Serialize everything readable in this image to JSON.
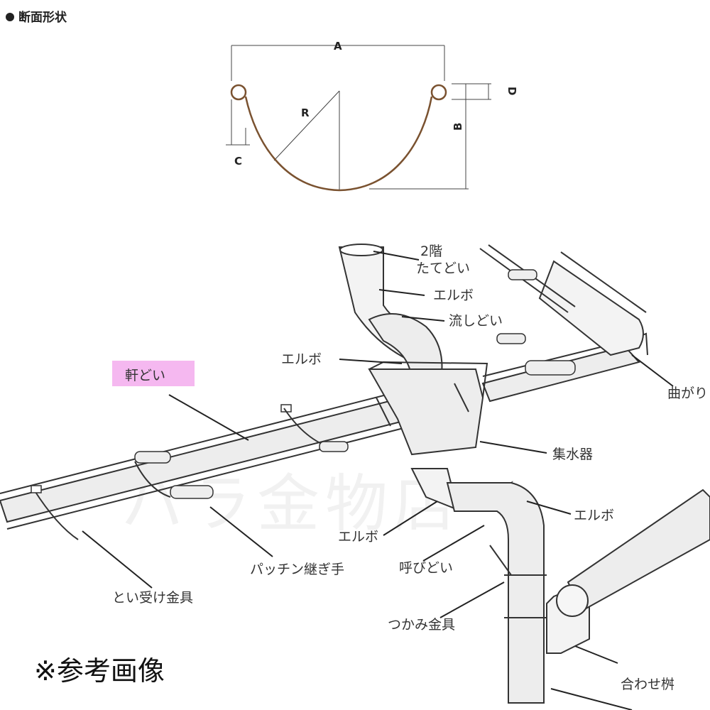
{
  "section": {
    "title": "断面形状",
    "dims": {
      "a": "A",
      "b": "B",
      "c": "C",
      "d": "D",
      "r": "R"
    },
    "profile_color": "#7a5230"
  },
  "labels": {
    "downpipe_2f": "2階",
    "downpipe_2f_line2": "たてどい",
    "elbow": "エルボ",
    "nagashidoi": "流しどい",
    "nokidoi": "軒どい",
    "magari": "曲がり",
    "shusuiki": "集水器",
    "patchin": "パッチン継ぎ手",
    "yobidoi": "呼びどい",
    "toiuke": "とい受け金具",
    "tsukami": "つかみ金具",
    "awase": "合わせ桝"
  },
  "highlight_color": "#f5b8f0",
  "reference": "※参考画像",
  "watermark": "ハラ金物店"
}
